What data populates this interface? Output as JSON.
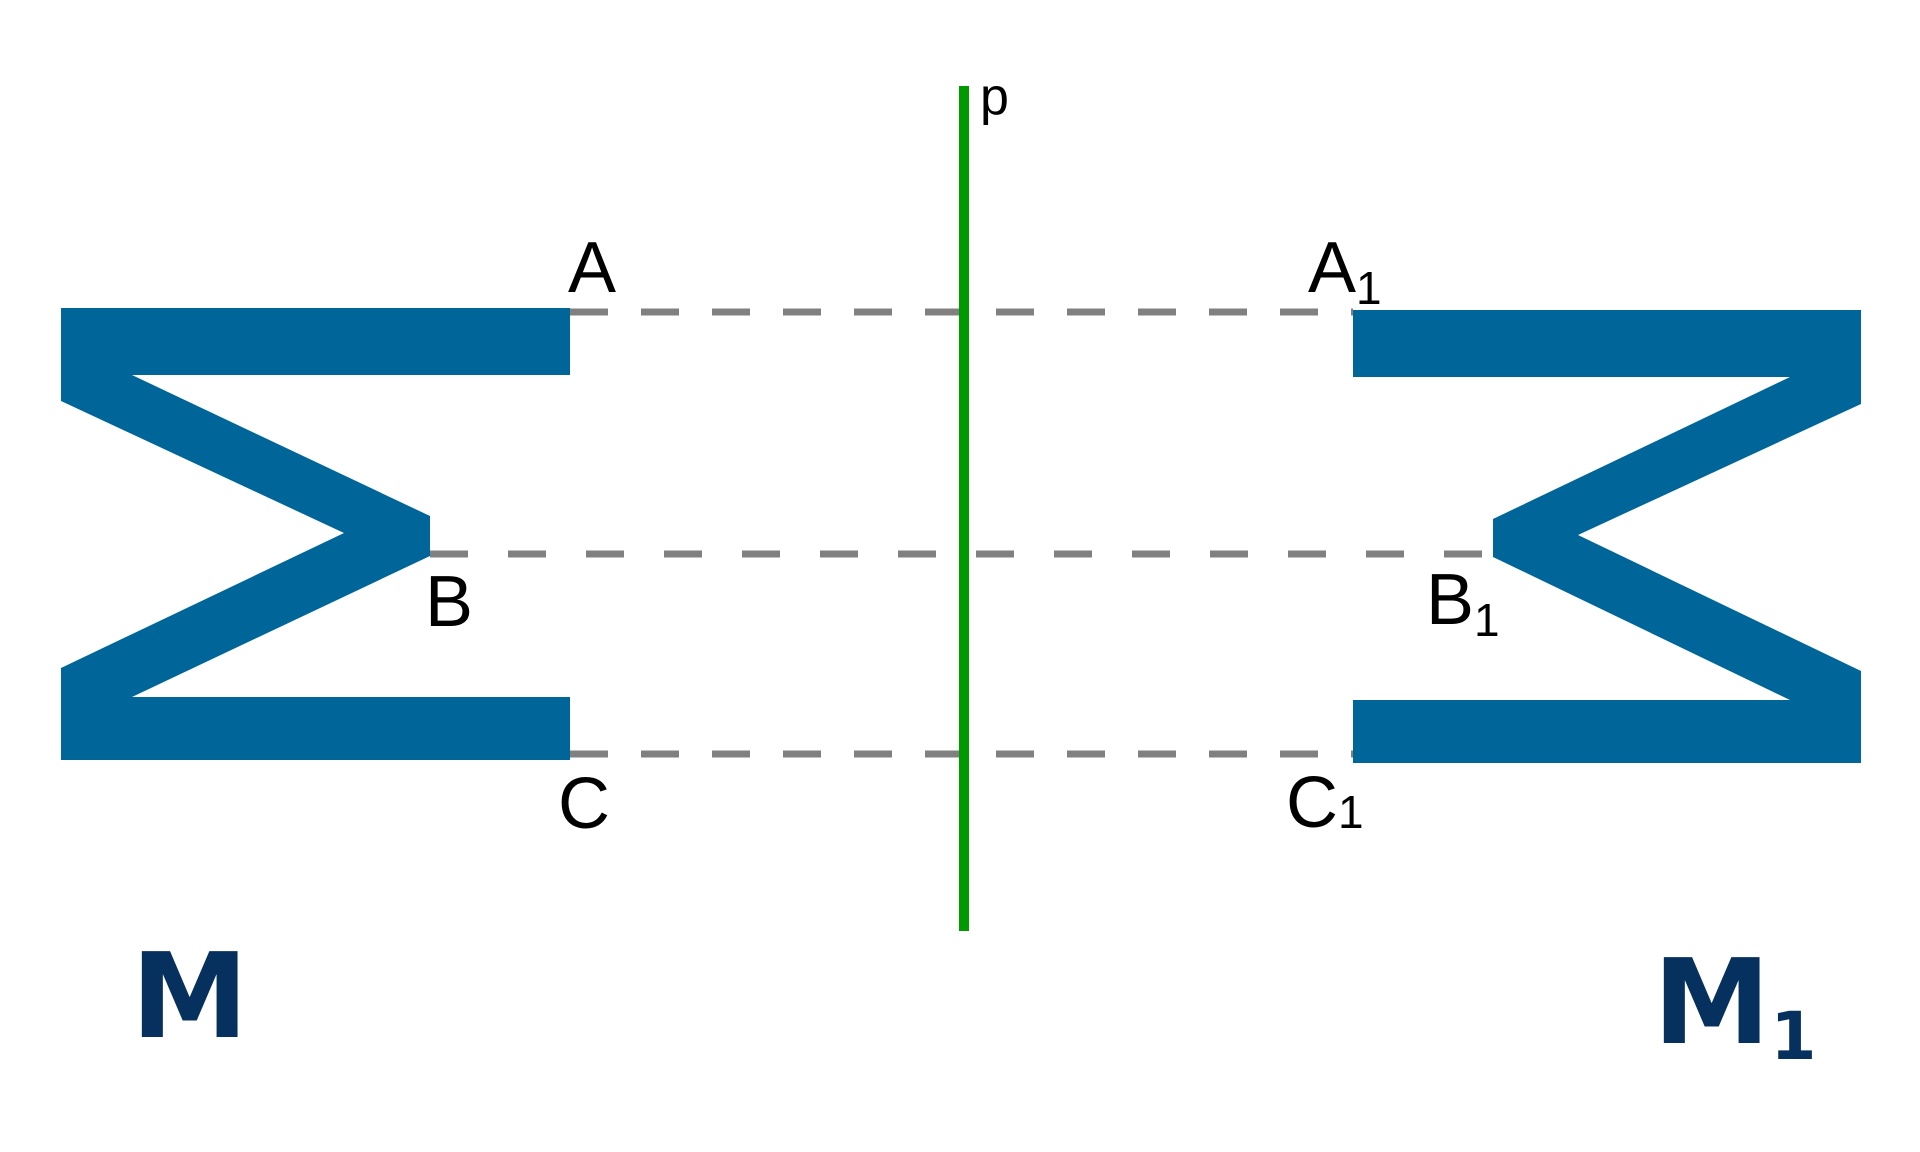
{
  "diagram": {
    "axis_label": "p",
    "figure_left_label": "M",
    "figure_right_label": "M",
    "figure_right_subscript": "1",
    "points_left": {
      "a": "A",
      "b": "B",
      "c": "C"
    },
    "points_right": {
      "a": "A",
      "b": "B",
      "c": "C",
      "subscript": "1"
    }
  },
  "colors": {
    "figure_fill": "#006699",
    "axis": "#009900",
    "dashed_line": "#808080",
    "figure_label": "#06315E",
    "text": "#000000"
  }
}
